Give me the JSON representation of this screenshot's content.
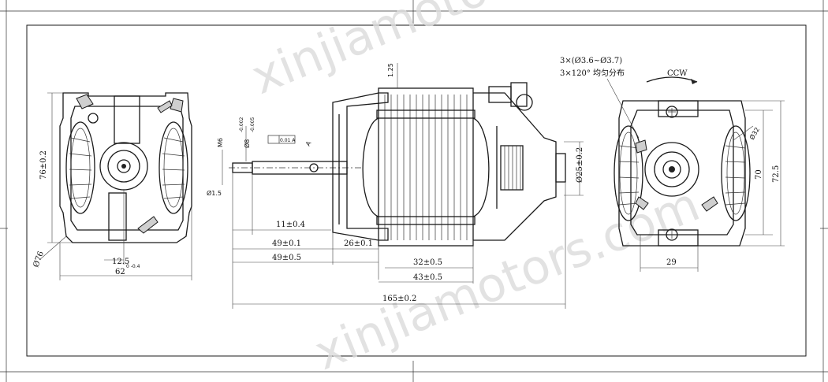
{
  "watermark": "xinjiamotors.com",
  "watermark_visible_fragments": [
    "xinjiamotors.com",
    "xinjiamotors.com"
  ],
  "left_view": {
    "dims": {
      "height": "76±0.2",
      "diameter": "Ø76",
      "offset": "12.5",
      "width": "62",
      "width_tol": "0\n-0.4"
    }
  },
  "side_view": {
    "dims": {
      "sheet_thickness": "1.25",
      "shaft_thread": "M6",
      "shaft_dia": "Ø8",
      "shaft_tol_upper": "-0.002",
      "shaft_tol_lower": "-0.005",
      "shaft_flat": "Ø1.5",
      "tolerance_frame": "0.01 A",
      "datum_note": "A",
      "bearing_dia": "Ø25±0.2",
      "d_11": "11±0.4",
      "d_49a": "49±0.1",
      "d_49b": "49±0.5",
      "d_26": "26±0.1",
      "d_32": "32±0.5",
      "d_43": "43±0.5",
      "d_165": "165±0.2"
    }
  },
  "right_view": {
    "note_line1": "3×(Ø3.6~Ø3.7)",
    "note_line2": "3×120° 均匀分布",
    "rotation": "CCW",
    "hole_dia": "Ø32",
    "height_70": "70",
    "height_72": "72.5",
    "width_29": "29"
  }
}
